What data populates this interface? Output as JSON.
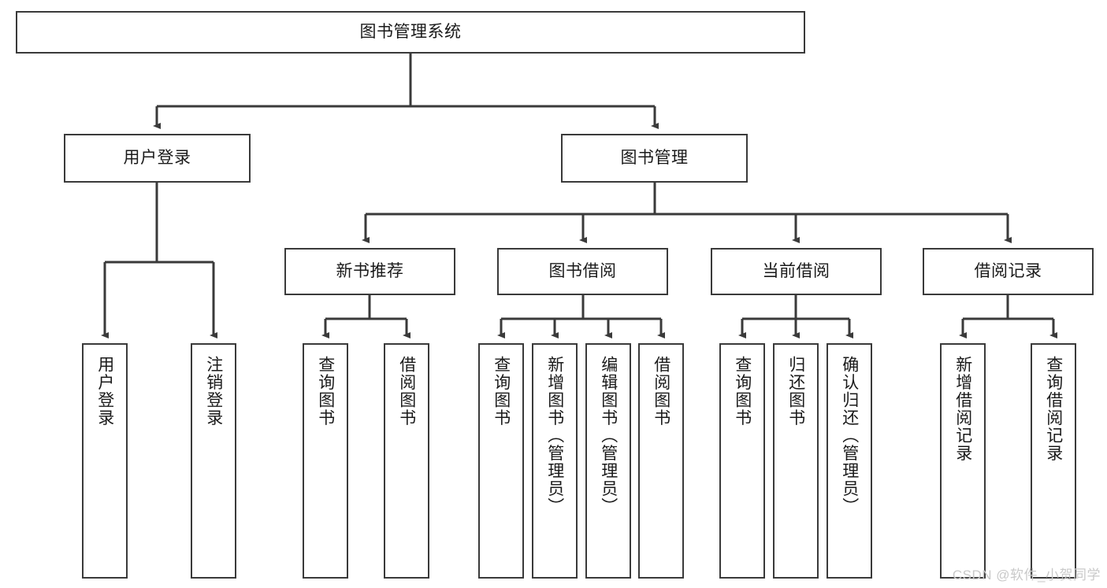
{
  "diagram": {
    "title": "图书管理系统",
    "type": "tree-hierarchy",
    "colors": {
      "box_border": "#3a3a3a",
      "box_fill": "#ffffff",
      "edge": "#3a3a3a",
      "text": "#1a1a1a",
      "watermark": "#c9c9c9",
      "background": "#ffffff"
    },
    "levels": [
      {
        "level": 1,
        "nodes": [
          {
            "id": "root",
            "label": "图书管理系统",
            "orientation": "horizontal"
          }
        ]
      },
      {
        "level": 2,
        "nodes": [
          {
            "id": "user-login",
            "label": "用户登录",
            "orientation": "horizontal",
            "parent": "root"
          },
          {
            "id": "book-manage",
            "label": "图书管理",
            "orientation": "horizontal",
            "parent": "root"
          }
        ]
      },
      {
        "level": 3,
        "nodes": [
          {
            "id": "new-book-rec",
            "label": "新书推荐",
            "orientation": "horizontal",
            "parent": "book-manage"
          },
          {
            "id": "book-borrow",
            "label": "图书借阅",
            "orientation": "horizontal",
            "parent": "book-manage"
          },
          {
            "id": "current-borrow",
            "label": "当前借阅",
            "orientation": "horizontal",
            "parent": "book-manage"
          },
          {
            "id": "borrow-record",
            "label": "借阅记录",
            "orientation": "horizontal",
            "parent": "book-manage"
          }
        ]
      },
      {
        "level": 4,
        "nodes": [
          {
            "id": "leaf-user-login",
            "label": "用户登录",
            "orientation": "vertical",
            "parent": "user-login"
          },
          {
            "id": "leaf-user-logout",
            "label": "注销登录",
            "orientation": "vertical",
            "parent": "user-login"
          },
          {
            "id": "leaf-query-book-1",
            "label": "查询图书",
            "orientation": "vertical",
            "parent": "new-book-rec"
          },
          {
            "id": "leaf-borrow-book-1",
            "label": "借阅图书",
            "orientation": "vertical",
            "parent": "new-book-rec"
          },
          {
            "id": "leaf-query-book-2",
            "label": "查询图书",
            "orientation": "vertical",
            "parent": "book-borrow"
          },
          {
            "id": "leaf-add-book",
            "label": "新增图书（管理员）",
            "orientation": "vertical",
            "parent": "book-borrow"
          },
          {
            "id": "leaf-edit-book",
            "label": "编辑图书（管理员）",
            "orientation": "vertical",
            "parent": "book-borrow"
          },
          {
            "id": "leaf-borrow-book-2",
            "label": "借阅图书",
            "orientation": "vertical",
            "parent": "book-borrow"
          },
          {
            "id": "leaf-query-book-3",
            "label": "查询图书",
            "orientation": "vertical",
            "parent": "current-borrow"
          },
          {
            "id": "leaf-return-book",
            "label": "归还图书",
            "orientation": "vertical",
            "parent": "current-borrow"
          },
          {
            "id": "leaf-confirm-return",
            "label": "确认归还（管理员）",
            "orientation": "vertical",
            "parent": "current-borrow"
          },
          {
            "id": "leaf-add-record",
            "label": "新增借阅记录",
            "orientation": "vertical",
            "parent": "borrow-record"
          },
          {
            "id": "leaf-query-record",
            "label": "查询借阅记录",
            "orientation": "vertical",
            "parent": "borrow-record"
          }
        ]
      }
    ]
  },
  "watermark": {
    "text": "CSDN @软件_小贺同学"
  }
}
